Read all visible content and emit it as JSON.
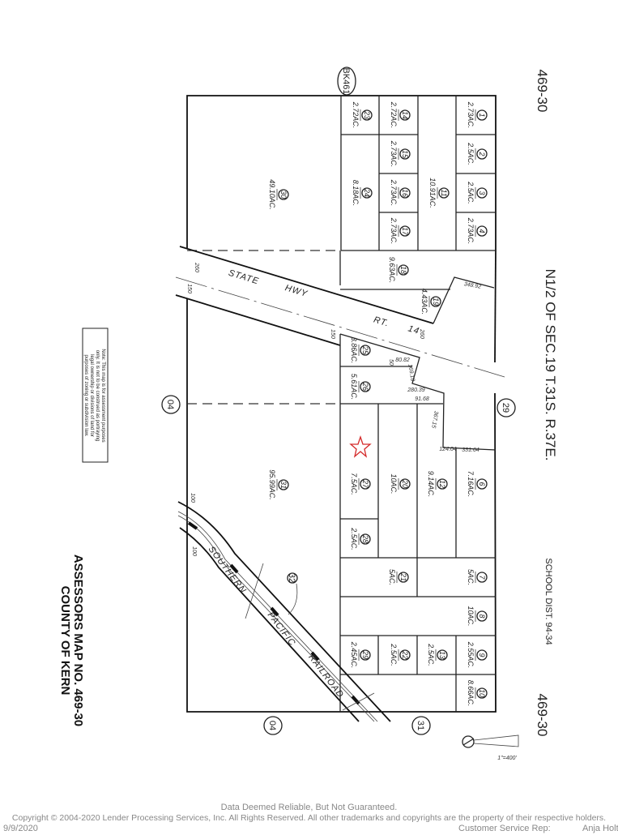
{
  "map": {
    "map_number_top": "469-30",
    "map_number_bottom": "469-30",
    "section_title": "N1/2 OF SEC.19 T.31S. R.37E.",
    "school_district": "SCHOOL DIST. 94-34",
    "book_label": "BK461",
    "adjacent_maps": {
      "west_top": "04",
      "west_bottom": "04",
      "east": "29",
      "south": "31"
    },
    "highway_label": [
      "STATE",
      "HWY",
      "RT.",
      "14"
    ],
    "railroad_label": [
      "SOUTHERN",
      "PACIFIC",
      "RAILROAD"
    ],
    "railroad_parcel": "32",
    "dimensions": {
      "hwy_w_top": "260",
      "hwy_w_half": "150",
      "hwy_mid_150": "150",
      "hwy_east_260": "260",
      "d50": "50",
      "d80": "80.82",
      "d169": "169.18",
      "d280": "280.39",
      "d91": "91.68",
      "d367": "367.15",
      "d124": "124.04",
      "d331": "331.64",
      "d348": "348.92",
      "rr_100a": "100",
      "rr_100b": "100"
    },
    "scale": "1\"=400'",
    "note": [
      "Note: This map is for assessment purposes",
      "only. It is not to be construed as portraying",
      "legal ownership or divisions of land for",
      "purposes of zoning or subdivision law."
    ],
    "title_line1": "ASSESSORS MAP NO. 469-30",
    "title_line2": "COUNTY OF KERN",
    "subject_marker_color": "#d42a2a",
    "parcels": [
      {
        "num": "1",
        "acres": "2.73AC."
      },
      {
        "num": "2",
        "acres": "2.5AC."
      },
      {
        "num": "3",
        "acres": "2.5AC."
      },
      {
        "num": "4",
        "acres": "2.73AC."
      },
      {
        "num": "14",
        "acres": "2.72AC."
      },
      {
        "num": "15",
        "acres": "2.73AC."
      },
      {
        "num": "16",
        "acres": "2.73AC."
      },
      {
        "num": "17",
        "acres": "2.73AC."
      },
      {
        "num": "11",
        "acres": "10.91AC."
      },
      {
        "num": "23",
        "acres": "2.72AC."
      },
      {
        "num": "24",
        "acres": "8.18AC."
      },
      {
        "num": "30",
        "acres": "49.10AC."
      },
      {
        "num": "18",
        "acres": "9.63AC."
      },
      {
        "num": "19",
        "acres": "4.43AC."
      },
      {
        "num": "25",
        "acres": "3.86AC."
      },
      {
        "num": "26",
        "acres": "5.61AC."
      },
      {
        "num": "27",
        "acres": "7.5AC."
      },
      {
        "num": "20",
        "acres": "10AC."
      },
      {
        "num": "12",
        "acres": "9.14AC."
      },
      {
        "num": "6",
        "acres": "7.16AC."
      },
      {
        "num": "28",
        "acres": "2.5AC."
      },
      {
        "num": "21",
        "acres": "5AC."
      },
      {
        "num": "7",
        "acres": "5AC."
      },
      {
        "num": "8",
        "acres": "10AC."
      },
      {
        "num": "29",
        "acres": "2.45AC."
      },
      {
        "num": "22",
        "acres": "2.5AC."
      },
      {
        "num": "13",
        "acres": "2.5AC."
      },
      {
        "num": "9",
        "acres": "2.55AC."
      },
      {
        "num": "10",
        "acres": "8.66AC."
      },
      {
        "num": "31",
        "acres": "95.99AC."
      }
    ]
  },
  "footer": {
    "disclaimer": "Data Deemed Reliable, But Not Guaranteed.",
    "copyright": "Copyright © 2004-2020 Lender Processing Services, Inc. All Rights Reserved. All other trademarks and copyrights are the property of their respective holders.",
    "date": "9/9/2020",
    "rep_label": "Customer Service Rep:",
    "rep_name": "Anja Holt"
  }
}
